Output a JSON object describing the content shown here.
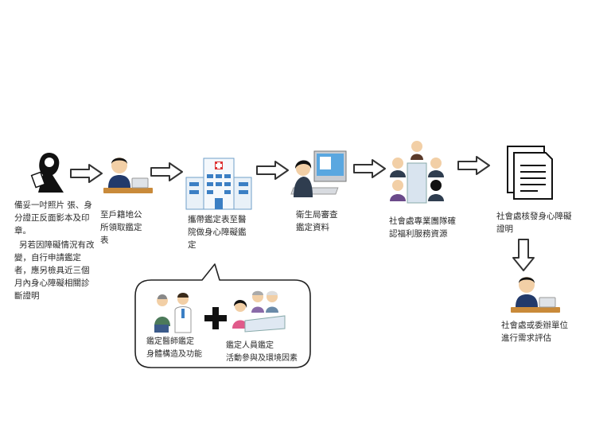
{
  "steps": [
    {
      "id": "step1",
      "text": "備妥一吋照片  張、身分證正反面影本及印章。"
    },
    {
      "id": "step1_note",
      "text": "另若因障礙情況有改變，自行申請鑑定者，應另檢具近三個月內身心障礙相關診斷證明"
    },
    {
      "id": "step2",
      "text": "至戶籍地公所領取鑑定表"
    },
    {
      "id": "step3",
      "text": "攜帶鑑定表至醫院做身心障礙鑑定"
    },
    {
      "id": "step4",
      "text": "衛生局審查鑑定資料"
    },
    {
      "id": "step5",
      "text": "社會處專業團隊確認福利服務資源"
    },
    {
      "id": "step6",
      "text": "社會處核發身心障礙證明"
    },
    {
      "id": "step7",
      "text": "社會處或委辦單位進行需求評估"
    }
  ],
  "bubble": {
    "doctor_label_1": "鑑定醫師鑑定",
    "doctor_label_2": "身體構造及功能",
    "staff_label_1": "鑑定人員鑑定",
    "staff_label_2": "活動參與及環境因素"
  },
  "icons": [
    "person-photo-icon",
    "office-worker-icon",
    "hospital-icon",
    "computer-review-icon",
    "team-meeting-icon",
    "document-icon",
    "office-worker-icon",
    "doctor-patient-icon",
    "assessment-team-icon"
  ],
  "colors": {
    "arrow_fill": "#ffffff",
    "arrow_stroke": "#333333",
    "bubble_stroke": "#222222",
    "accent_blue": "#3b7fc4"
  }
}
